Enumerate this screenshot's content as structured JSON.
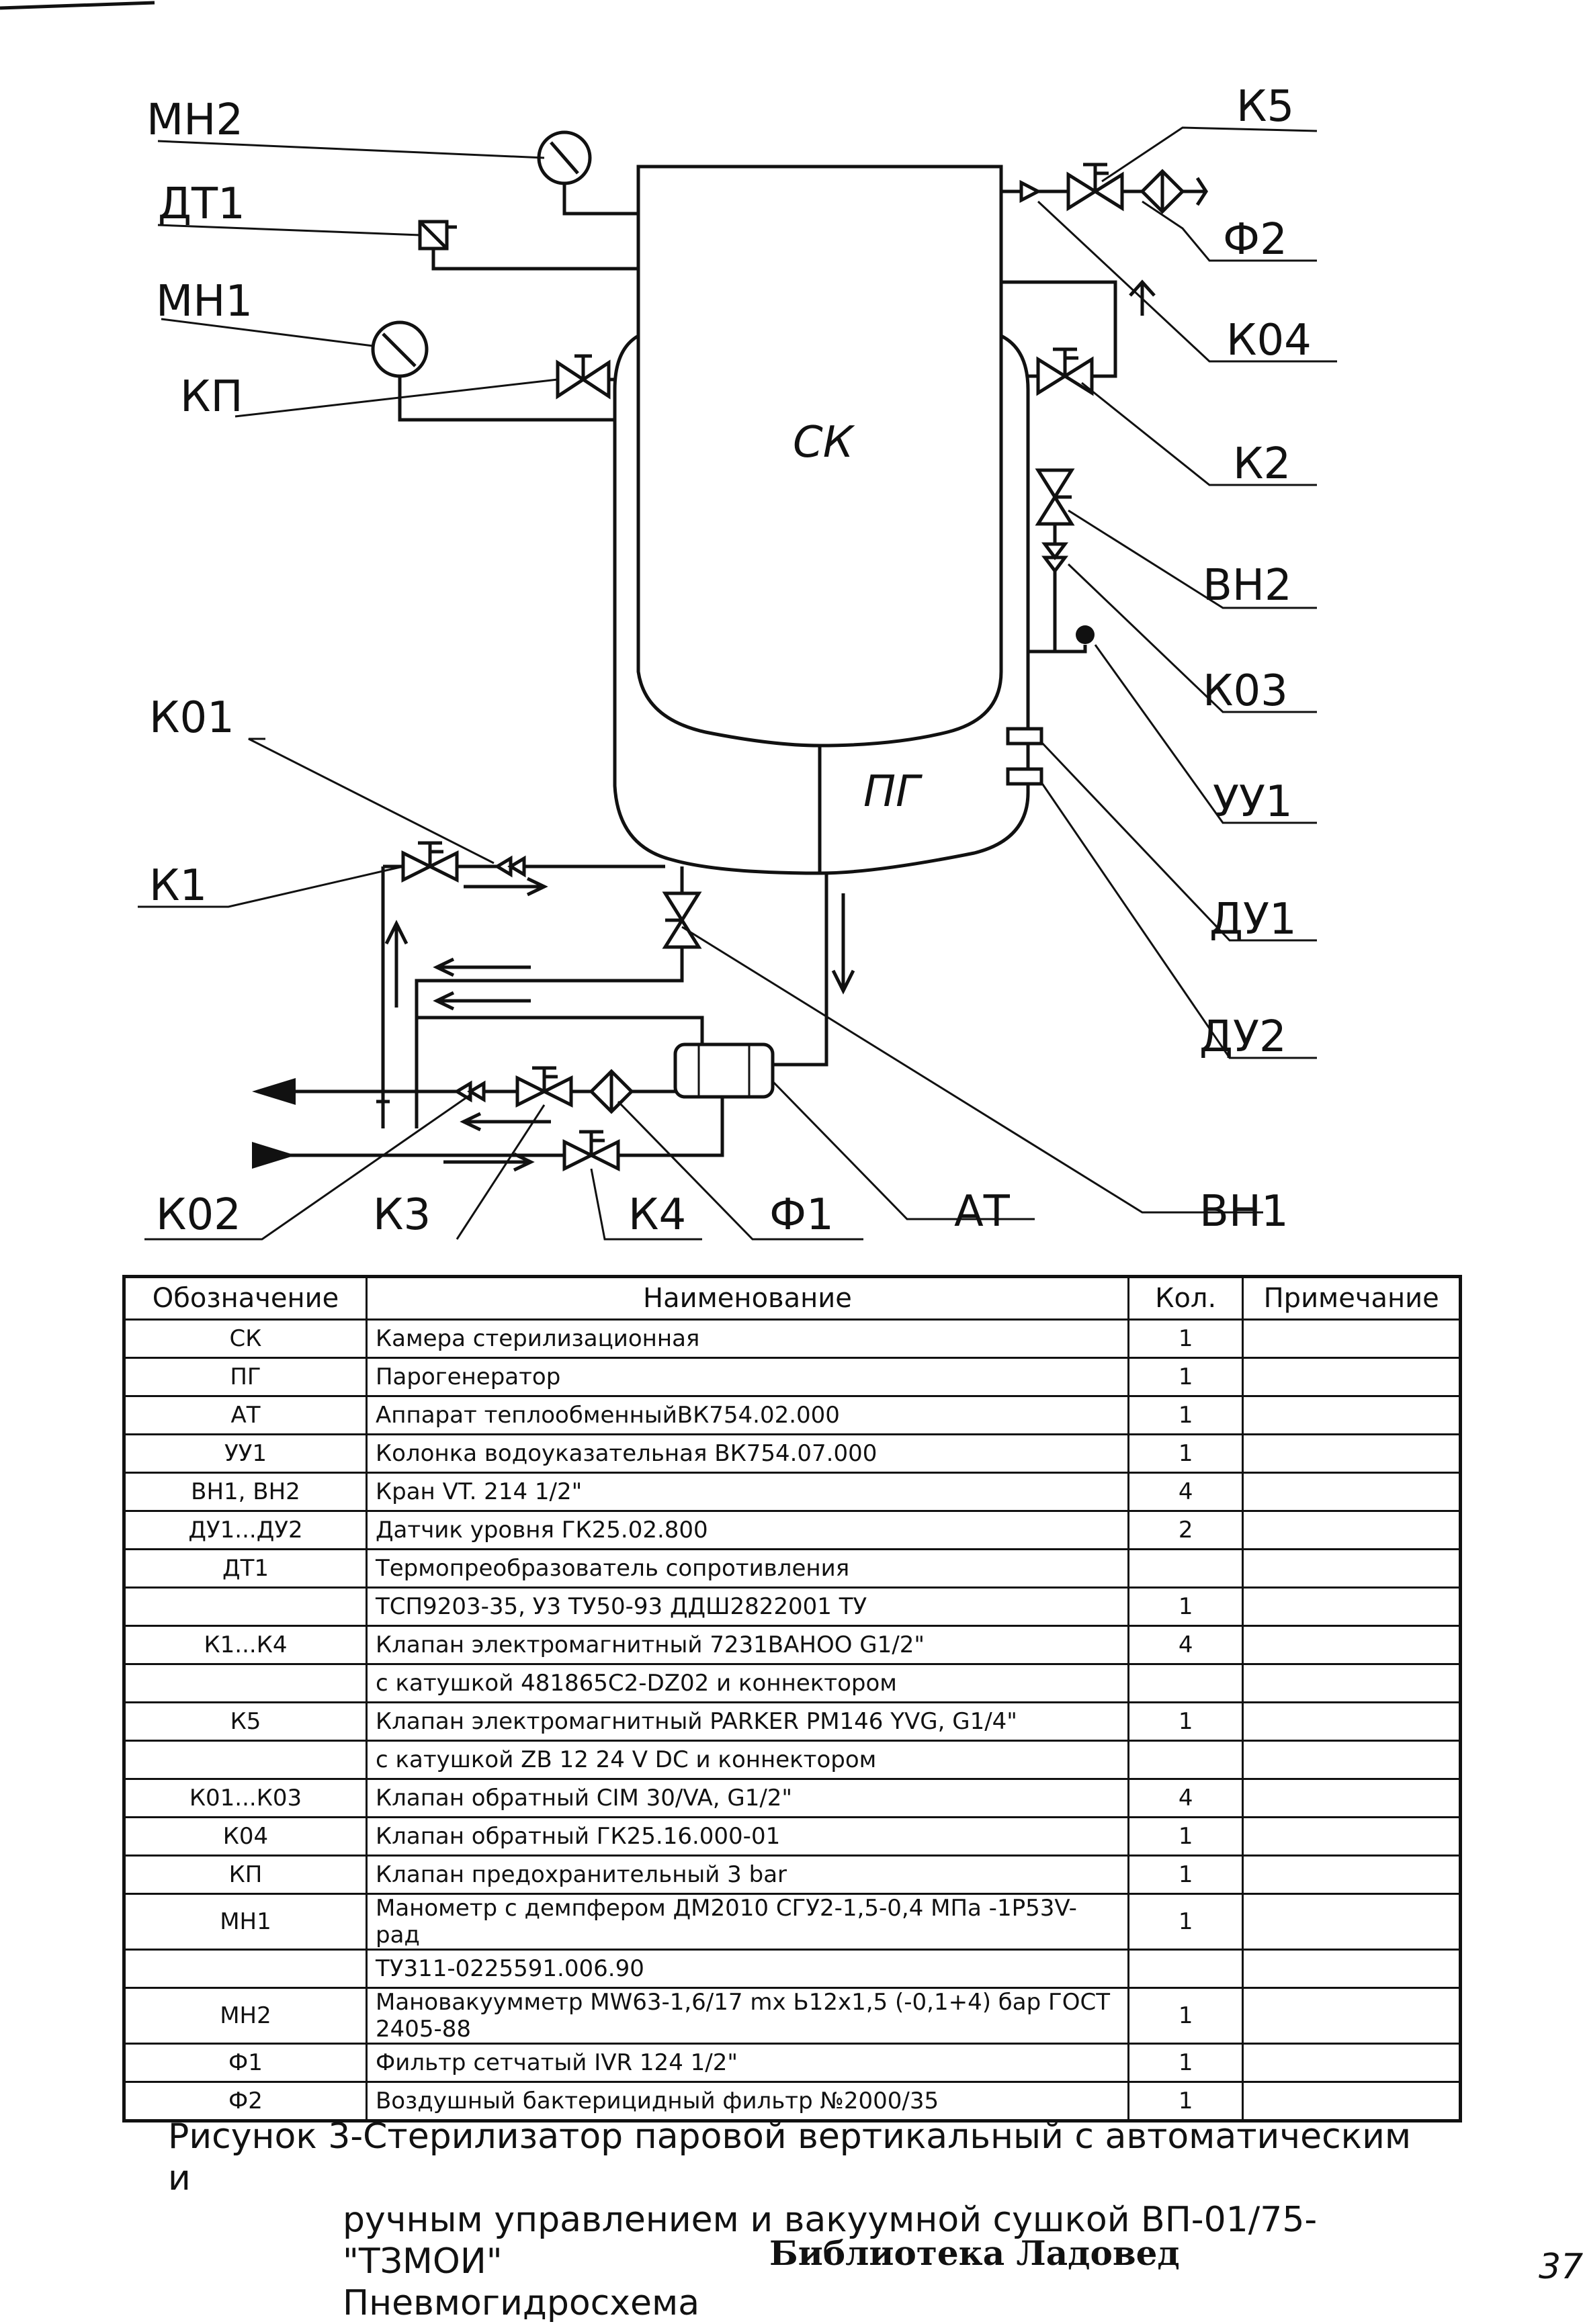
{
  "diagram": {
    "labels": {
      "mn2": "МН2",
      "dt1": "ДТ1",
      "mn1": "МН1",
      "kp": "КП",
      "k5": "К5",
      "f2": "Ф2",
      "k04": "К04",
      "k2": "К2",
      "vn2": "ВН2",
      "k03": "К03",
      "uu1": "УУ1",
      "du1": "ДУ1",
      "du2": "ДУ2",
      "k01": "К01",
      "k1": "К1",
      "k02": "К02",
      "k3": "К3",
      "k4": "К4",
      "f1": "Ф1",
      "at": "АТ",
      "vn1": "ВН1",
      "sk": "СК",
      "pg": "ПГ"
    }
  },
  "table": {
    "headers": [
      "Обозначение",
      "Наименование",
      "Кол.",
      "Примечание"
    ],
    "rows": [
      {
        "code": "СК",
        "name": "Камера стерилизационная",
        "qty": "1",
        "note": ""
      },
      {
        "code": "ПГ",
        "name": "Парогенератор",
        "qty": "1",
        "note": ""
      },
      {
        "code": "АТ",
        "name": "Аппарат теплообменныйВК754.02.000",
        "qty": "1",
        "note": ""
      },
      {
        "code": "УУ1",
        "name": "Колонка водоуказательная ВК754.07.000",
        "qty": "1",
        "note": ""
      },
      {
        "code": "ВН1, ВН2",
        "name": "Кран VT. 214 1/2\"",
        "qty": "4",
        "note": ""
      },
      {
        "code": "ДУ1...ДУ2",
        "name": "Датчик уровня ГК25.02.800",
        "qty": "2",
        "note": ""
      },
      {
        "code": "ДТ1",
        "name": "Термопреобразователь сопротивления",
        "qty": "",
        "note": ""
      },
      {
        "code": "",
        "name": "ТСП9203-35, У3 ТУ50-93 ДДШ2822001 ТУ",
        "qty": "1",
        "note": ""
      },
      {
        "code": "К1...К4",
        "name": "Клапан электромагнитный 7231ВАНОО G1/2\"",
        "qty": "4",
        "note": ""
      },
      {
        "code": "",
        "name": "с катушкой 481865С2-DZ02 и коннектором",
        "qty": "",
        "note": ""
      },
      {
        "code": "К5",
        "name": "Клапан электромагнитный PARKER PM146 YVG, G1/4\"",
        "qty": "1",
        "note": ""
      },
      {
        "code": "",
        "name": "с катушкой ZB 12 24 V DC и коннектором",
        "qty": "",
        "note": ""
      },
      {
        "code": "К01...К03",
        "name": "Клапан обратный CIM 30/VA, G1/2\"",
        "qty": "4",
        "note": ""
      },
      {
        "code": "К04",
        "name": "Клапан обратный ГК25.16.000-01",
        "qty": "1",
        "note": ""
      },
      {
        "code": "КП",
        "name": "Клапан предохранительный 3 bar",
        "qty": "1",
        "note": ""
      },
      {
        "code": "МН1",
        "name": "Манометр с демпфером ДМ2010 СГУ2-1,5-0,4 МПа -1P53V-рад",
        "qty": "1",
        "note": ""
      },
      {
        "code": "",
        "name": "ТУ311-0225591.006.90",
        "qty": "",
        "note": ""
      },
      {
        "code": "МН2",
        "name": "Мановакуумметр MW63-1,6/17 mx Ь12x1,5 (-0,1+4) бар ГОСТ 2405-88",
        "qty": "1",
        "note": ""
      },
      {
        "code": "Ф1",
        "name": "Фильтр сетчатый IVR 124 1/2\"",
        "qty": "1",
        "note": ""
      },
      {
        "code": "Ф2",
        "name": "Воздушный бактерицидный фильтр №2000/35",
        "qty": "1",
        "note": ""
      }
    ]
  },
  "caption": {
    "line1": "Рисунок 3-Стерилизатор паровой вертикальный с автоматическим и",
    "line2": "ручным управлением и вакуумной сушкой ВП-01/75-\"ТЗМОИ\"",
    "line3": "Пневмогидросхема"
  },
  "library": "Библиотека Ладовед",
  "page_number": "37"
}
